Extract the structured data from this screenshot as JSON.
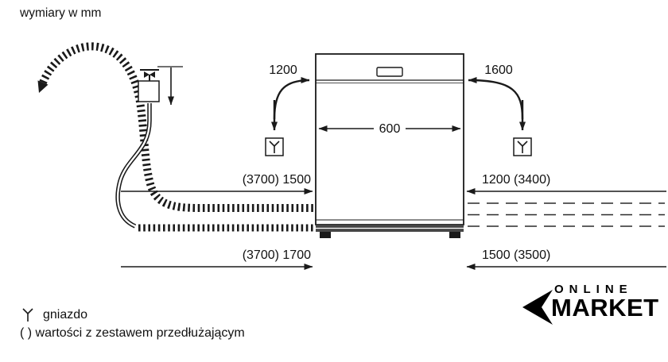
{
  "title": "wymiary w mm",
  "dimensions": {
    "top_left": "1200",
    "top_right": "1600",
    "width": "600",
    "mid_left": "(3700) 1500",
    "mid_right": "1200 (3400)",
    "bottom_left": "(3700) 1700",
    "bottom_right": "1500 (3500)"
  },
  "legend": {
    "socket_label": "gniazdo",
    "extension_note": "( ) wartości z zestawem przedłużającym"
  },
  "logo": {
    "line1": "ONLINE",
    "line2": "MARKET"
  },
  "colors": {
    "line": "#1a1a1a",
    "base_band": "#464646",
    "background": "#ffffff"
  }
}
